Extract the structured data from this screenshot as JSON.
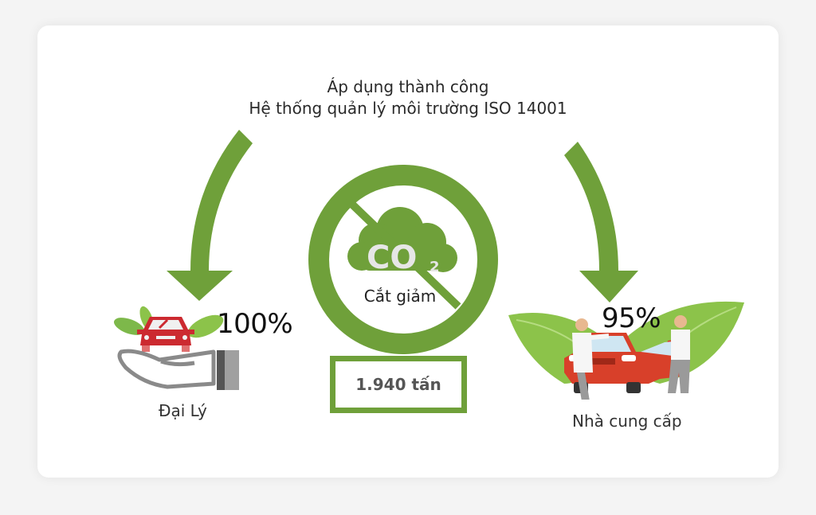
{
  "title": {
    "line1": "Áp dụng thành công",
    "line2": "Hệ thống quản lý môi trường ISO 14001"
  },
  "center": {
    "icon": "no-co2-icon",
    "co2_text": "CO",
    "co2_sub": "2",
    "caption": "Cắt giảm",
    "amount": "1.940 tấn"
  },
  "left": {
    "percent": "100%",
    "label": "Đại Lý",
    "icon": "car-in-hand-icon"
  },
  "right": {
    "percent": "95%",
    "label": "Nhà cung cấp",
    "icon": "car-with-people-icon"
  },
  "colors": {
    "green": "#6fa03a",
    "leaf_green": "#8cc34a",
    "car_red_left": "#cc2a30",
    "car_red_right": "#d8402a",
    "text_dark": "#2a2a2a",
    "hand_gray": "#8a8a8a"
  }
}
